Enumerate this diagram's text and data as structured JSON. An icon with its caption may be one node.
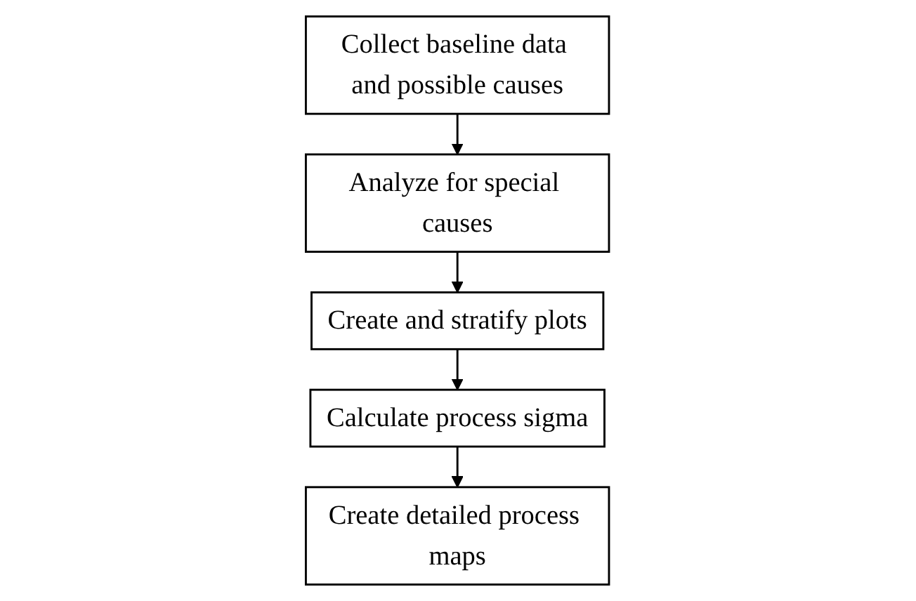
{
  "diagram": {
    "nodes": [
      {
        "text": [
          "Collect baseline data and possible causes"
        ]
      },
      {
        "text": [
          "Analyze for special causes"
        ]
      },
      {
        "text": [
          "Create and stratify plots"
        ]
      },
      {
        "text": [
          "Calculate process sigma"
        ]
      },
      {
        "text": [
          "Create detailed process maps"
        ]
      }
    ],
    "edges": [
      {
        "from": 0,
        "to": 1,
        "arrow": "to"
      },
      {
        "from": 1,
        "to": 2,
        "arrow": "to"
      },
      {
        "from": 2,
        "to": 3,
        "arrow": "to"
      },
      {
        "from": 3,
        "to": 4,
        "arrow": "to"
      }
    ]
  }
}
